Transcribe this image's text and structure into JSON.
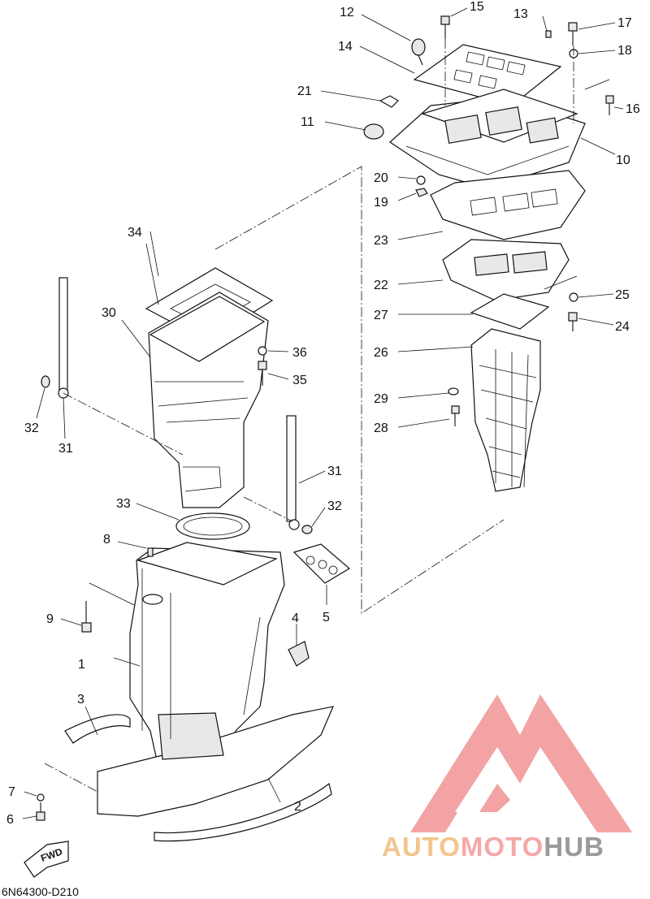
{
  "diagram": {
    "drawing_code": "6N64300-D210",
    "fwd_label": "FWD",
    "part_numbers": [
      "1",
      "2",
      "3",
      "4",
      "5",
      "6",
      "7",
      "8",
      "9",
      "10",
      "11",
      "12",
      "13",
      "14",
      "15",
      "16",
      "17",
      "18",
      "19",
      "20",
      "21",
      "22",
      "23",
      "24",
      "25",
      "26",
      "27",
      "28",
      "29",
      "30",
      "31",
      "31",
      "32",
      "32",
      "33",
      "34",
      "35",
      "36"
    ]
  },
  "watermark": {
    "brand_part1": "AUTO",
    "brand_part2": "MOTO",
    "brand_part3": "HUB",
    "colors": {
      "auto": "#f3c58e",
      "moto": "#f5a8a8",
      "hub": "#9a9a9a",
      "logo": "#f29a9a"
    }
  }
}
